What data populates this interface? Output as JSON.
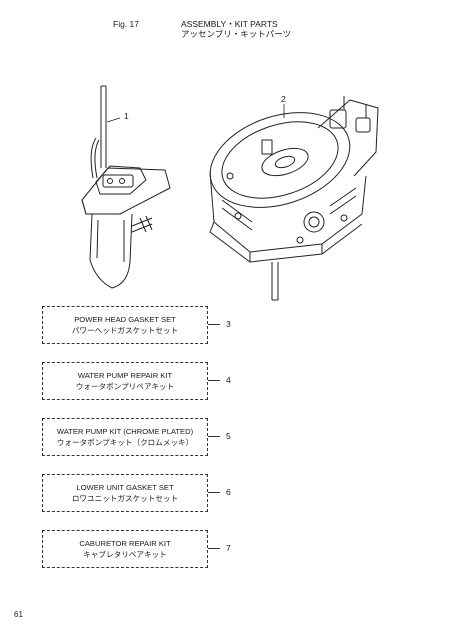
{
  "header": {
    "fig_label": "Fig. 17",
    "title_en": "ASSEMBLY・KIT PARTS",
    "title_jp": "アッセンブリ・キットパーツ"
  },
  "callouts": {
    "part1": "1",
    "part2": "2"
  },
  "kits": [
    {
      "number": "3",
      "name_en": "POWER HEAD GASKET SET",
      "name_jp": "パワーヘッドガスケットセット"
    },
    {
      "number": "4",
      "name_en": "WATER PUMP REPAIR KIT",
      "name_jp": "ウォータポンプリペアキット"
    },
    {
      "number": "5",
      "name_en": "WATER PUMP KIT (CHROME PLATED)",
      "name_jp": "ウォータポンプキット（クロムメッキ）"
    },
    {
      "number": "6",
      "name_en": "LOWER UNIT GASKET SET",
      "name_jp": "ロワユニットガスケットセット"
    },
    {
      "number": "7",
      "name_en": "CABURETOR REPAIR KIT",
      "name_jp": "キャブレタリペアキット"
    }
  ],
  "page_number": "61"
}
